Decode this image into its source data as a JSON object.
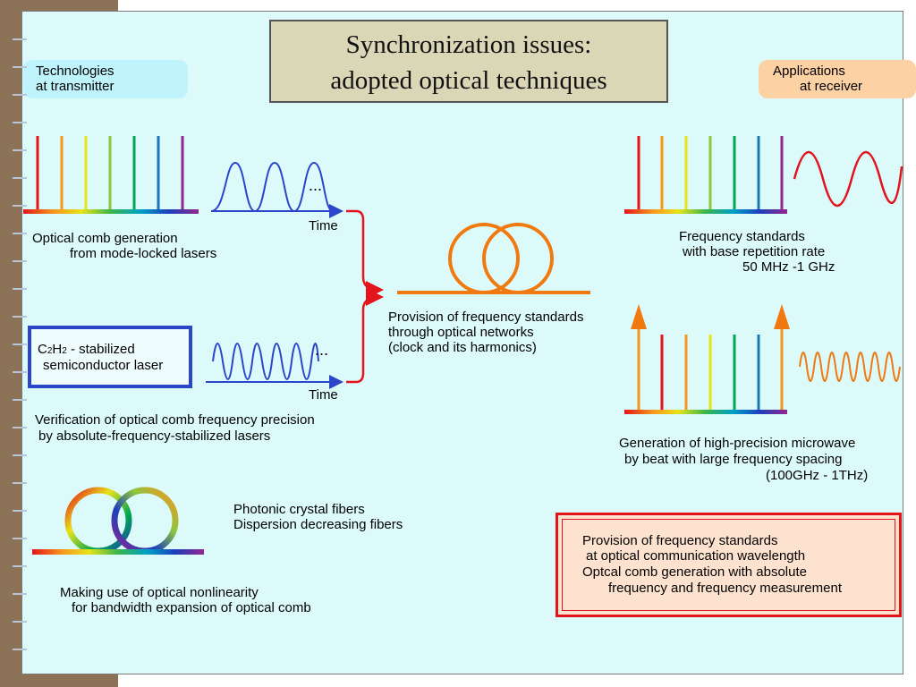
{
  "title": {
    "line1": "Synchronization issues:",
    "line2": "adopted optical techniques"
  },
  "transmitter_tag": {
    "line1": "Technologies",
    "line2": "at transmitter"
  },
  "receiver_tag": {
    "line1": "Applications",
    "line2": "at receiver"
  },
  "comb_caption": {
    "line1": "Optical comb generation",
    "line2": "from mode-locked lasers"
  },
  "time_label_1": "Time",
  "time_label_2": "Time",
  "ellipsis_1": "...",
  "ellipsis_2": "...",
  "laser_box": {
    "c": "C",
    "sub1": "2",
    "h": "H",
    "sub2": "2",
    "rest": " - stabilized",
    "line2": "semiconductor laser"
  },
  "verification": {
    "line1": "Verification of optical comb frequency precision",
    "line2": "by absolute-frequency-stabilized lasers"
  },
  "network": {
    "line1": "Provision of frequency standards",
    "line2": "through optical networks",
    "line3": "(clock and its harmonics)"
  },
  "freq_standards": {
    "line1": "Frequency standards",
    "line2": "with base repetition rate",
    "line3": "50 MHz -1 GHz"
  },
  "microwave": {
    "line1": "Generation of high-precision microwave",
    "line2": "by beat with large frequency spacing",
    "line3": "(100GHz - 1THz)"
  },
  "fibers": {
    "line1": "Photonic crystal fibers",
    "line2": "Dispersion decreasing fibers"
  },
  "nonlinearity": {
    "line1": "Making use of optical nonlinearity",
    "line2": "for bandwidth expansion of optical comb"
  },
  "info_box": {
    "line1": "Provision of frequency standards",
    "line2": "at optical communication wavelength",
    "line3": "Optcal comb generation with absolute",
    "line4": "frequency and frequency measurement"
  },
  "colors": {
    "slide_bg": "#ddfafb",
    "title_bg": "#d9d7b5",
    "pulse_blue": "#2b46c9",
    "fiber_orange": "#f07a10",
    "arrow_red": "#e3141c",
    "wave_red": "#e0141c",
    "box_red": "#e3141c"
  },
  "spectrum_colors": [
    "#e3141c",
    "#f7941d",
    "#e8e31a",
    "#8dc63f",
    "#00a651",
    "#1c75bc",
    "#92278f"
  ]
}
